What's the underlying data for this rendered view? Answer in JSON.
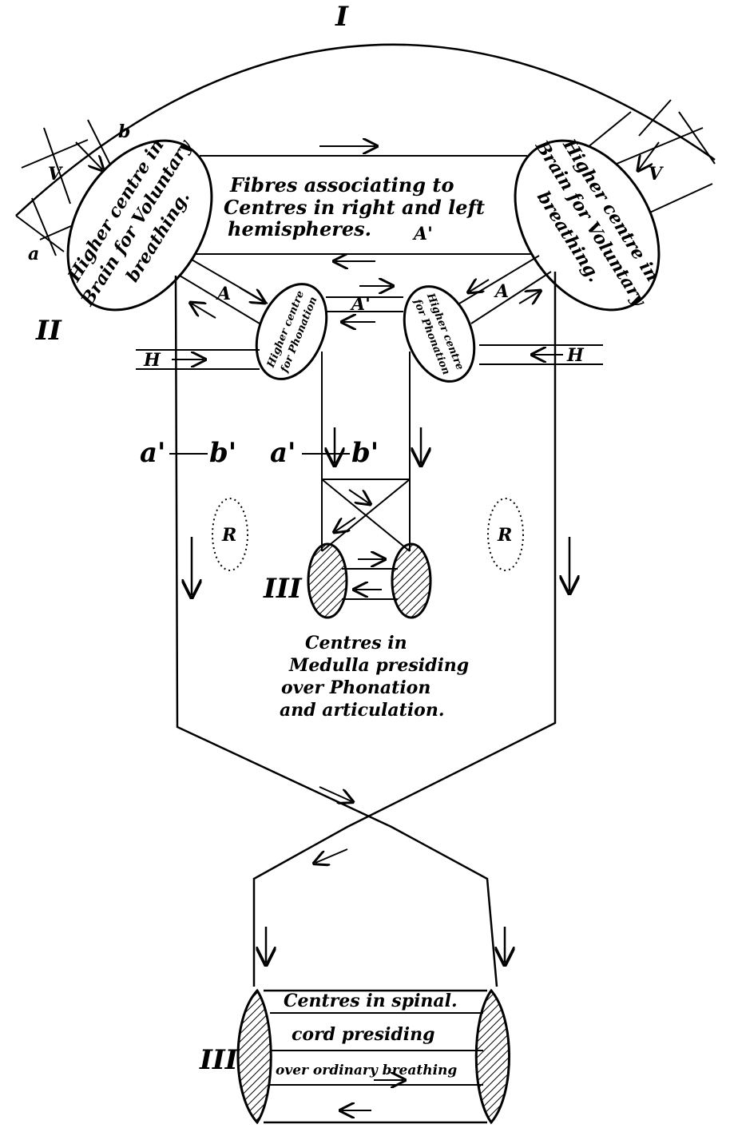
{
  "labels": {
    "roman_1": "I",
    "roman_2": "II",
    "roman_3_medulla": "III",
    "roman_3_spinal": "III",
    "a_upper": "a",
    "b_upper": "b",
    "v_left": "V",
    "v_right": "V",
    "A_left": "A",
    "A_right": "A",
    "A_prime_top": "A'",
    "A_prime_mid": "A'",
    "H_left": "H",
    "H_right": "H",
    "a_prime_left": "a'",
    "b_prime_left": "b'",
    "a_prime_mid": "a'",
    "b_prime_mid": "b'",
    "R_left": "R",
    "R_right": "R"
  },
  "centres": {
    "higher_left_lines": [
      "Higher centre in",
      "Brain for Voluntary",
      "breathing."
    ],
    "higher_right_lines": [
      "Higher centre in",
      "Brain for Voluntary",
      "breathing."
    ],
    "phonation_left_lines": [
      "Higher centre",
      "for Phonation"
    ],
    "phonation_right_lines": [
      "Higher centre",
      "for Phonation"
    ]
  },
  "notes": {
    "fibres_lines": [
      "Fibres associating to",
      "Centres in right and left",
      "hemispheres."
    ],
    "medulla_lines": [
      "Centres in",
      "Medulla presiding",
      "over Phonation",
      "and articulation."
    ],
    "spinal_lines": [
      "Centres in spinal.",
      "cord presiding",
      "over ordinary breathing"
    ]
  }
}
